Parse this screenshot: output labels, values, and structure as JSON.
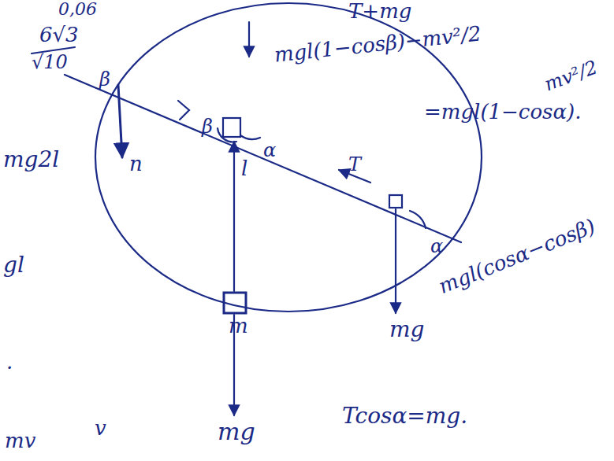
{
  "diagram": {
    "labels": [
      "0,06",
      "T+mg",
      "6√3",
      "√10",
      "β",
      "mgl(1−cosβ)−mv²/2",
      "=mgl(1−cosα).",
      "mv²/2",
      "mgl(cosα−cosβ)",
      "mg2l",
      "n",
      "β",
      "α",
      "l",
      "T",
      "α",
      "mg",
      "m",
      "mg",
      "Tcosα=mg.",
      "gl",
      ".",
      "mv",
      "v"
    ]
  }
}
